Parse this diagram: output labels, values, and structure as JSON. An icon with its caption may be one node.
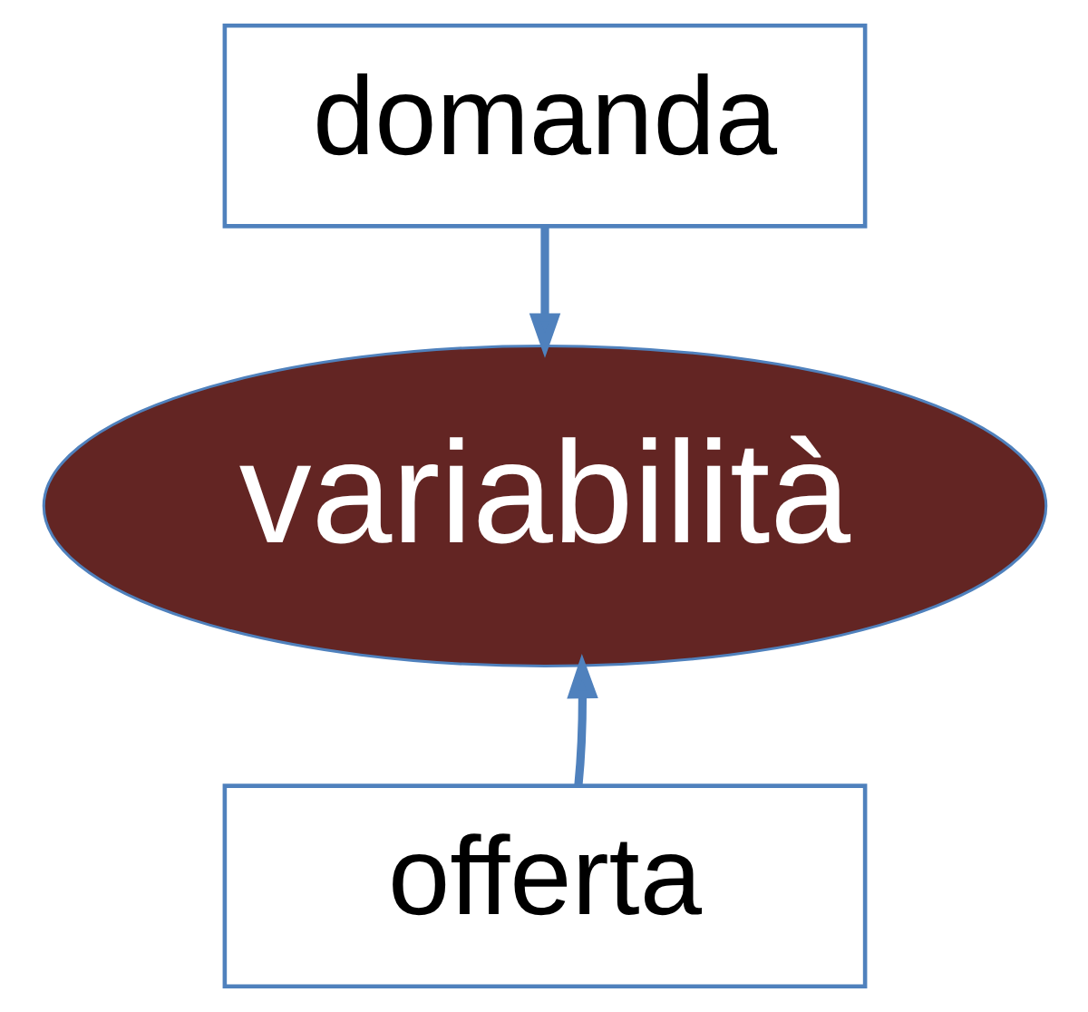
{
  "diagram": {
    "nodes": [
      {
        "text": [
          "domanda"
        ]
      },
      {
        "text": [
          "variabilità"
        ]
      },
      {
        "text": [
          "offerta"
        ]
      }
    ],
    "edges": [
      {
        "from": 0,
        "to": 1,
        "arrow": "to"
      },
      {
        "from": 2,
        "to": 1,
        "arrow": "to"
      }
    ]
  }
}
